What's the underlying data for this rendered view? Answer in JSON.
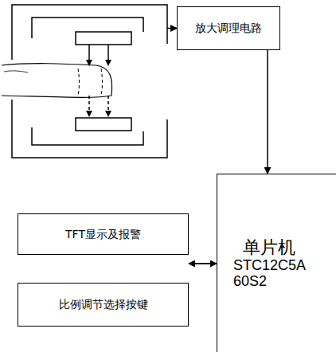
{
  "diagram": {
    "nodes": [
      {
        "text": [
          "放大调理电路"
        ]
      },
      {
        "text": [
          "单片机",
          "STC12C5A 60S2"
        ]
      },
      {
        "text": [
          "TFT显示及报警"
        ]
      },
      {
        "text": [
          "比例调节选择按键"
        ]
      }
    ],
    "edges": [
      {
        "from": 0,
        "to": 1,
        "arrow": "to"
      },
      {
        "from": 1,
        "to": 2,
        "arrow": "to"
      },
      {
        "from": 3,
        "to": 1,
        "arrow": "to"
      }
    ]
  }
}
